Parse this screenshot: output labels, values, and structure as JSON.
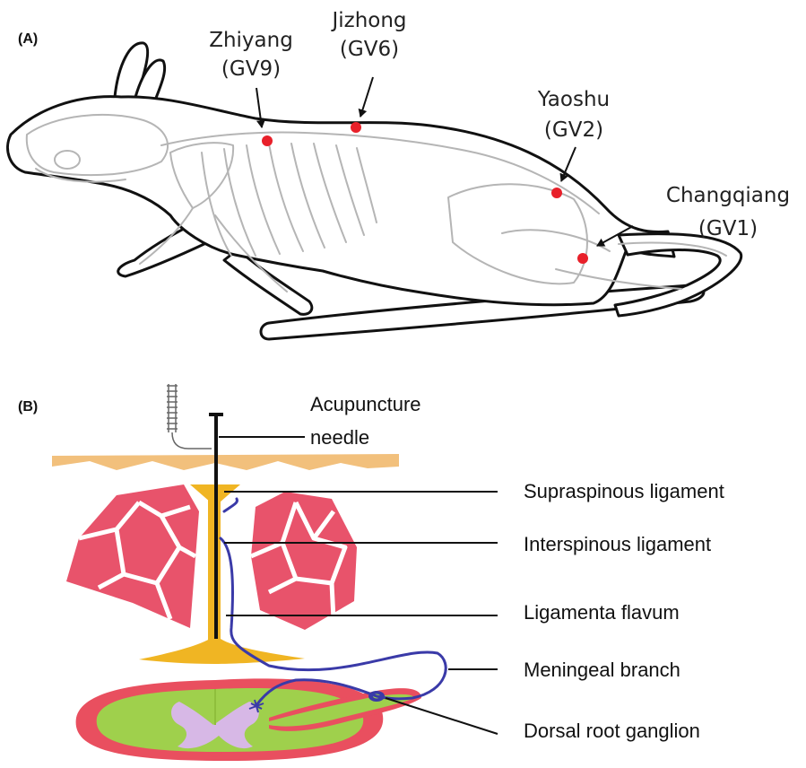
{
  "panel_a": {
    "label": "(A)",
    "acupoints": [
      {
        "name": "Zhiyang",
        "code": "(GV9)"
      },
      {
        "name": "Jizhong",
        "code": "(GV6)"
      },
      {
        "name": "Yaoshu",
        "code": "(GV2)"
      },
      {
        "name": "Changqiang",
        "code": "(GV1)"
      }
    ]
  },
  "panel_b": {
    "label": "(B)",
    "needle_label_line1": "Acupuncture",
    "needle_label_line2": "needle",
    "structures": [
      "Supraspinous ligament",
      "Interspinous ligament",
      "Ligamenta flavum",
      "Meningeal branch",
      "Dorsal root ganglion"
    ]
  },
  "colors": {
    "acupoint": "#e8202a",
    "skin": "#f2c07c",
    "ligament": "#f0b523",
    "muscle": "#e8536b",
    "spinal_cord": "#9fd04c",
    "gray_matter": "#d7b8e6",
    "dura": "#e94f5f",
    "nerve": "#3a3aa8"
  }
}
